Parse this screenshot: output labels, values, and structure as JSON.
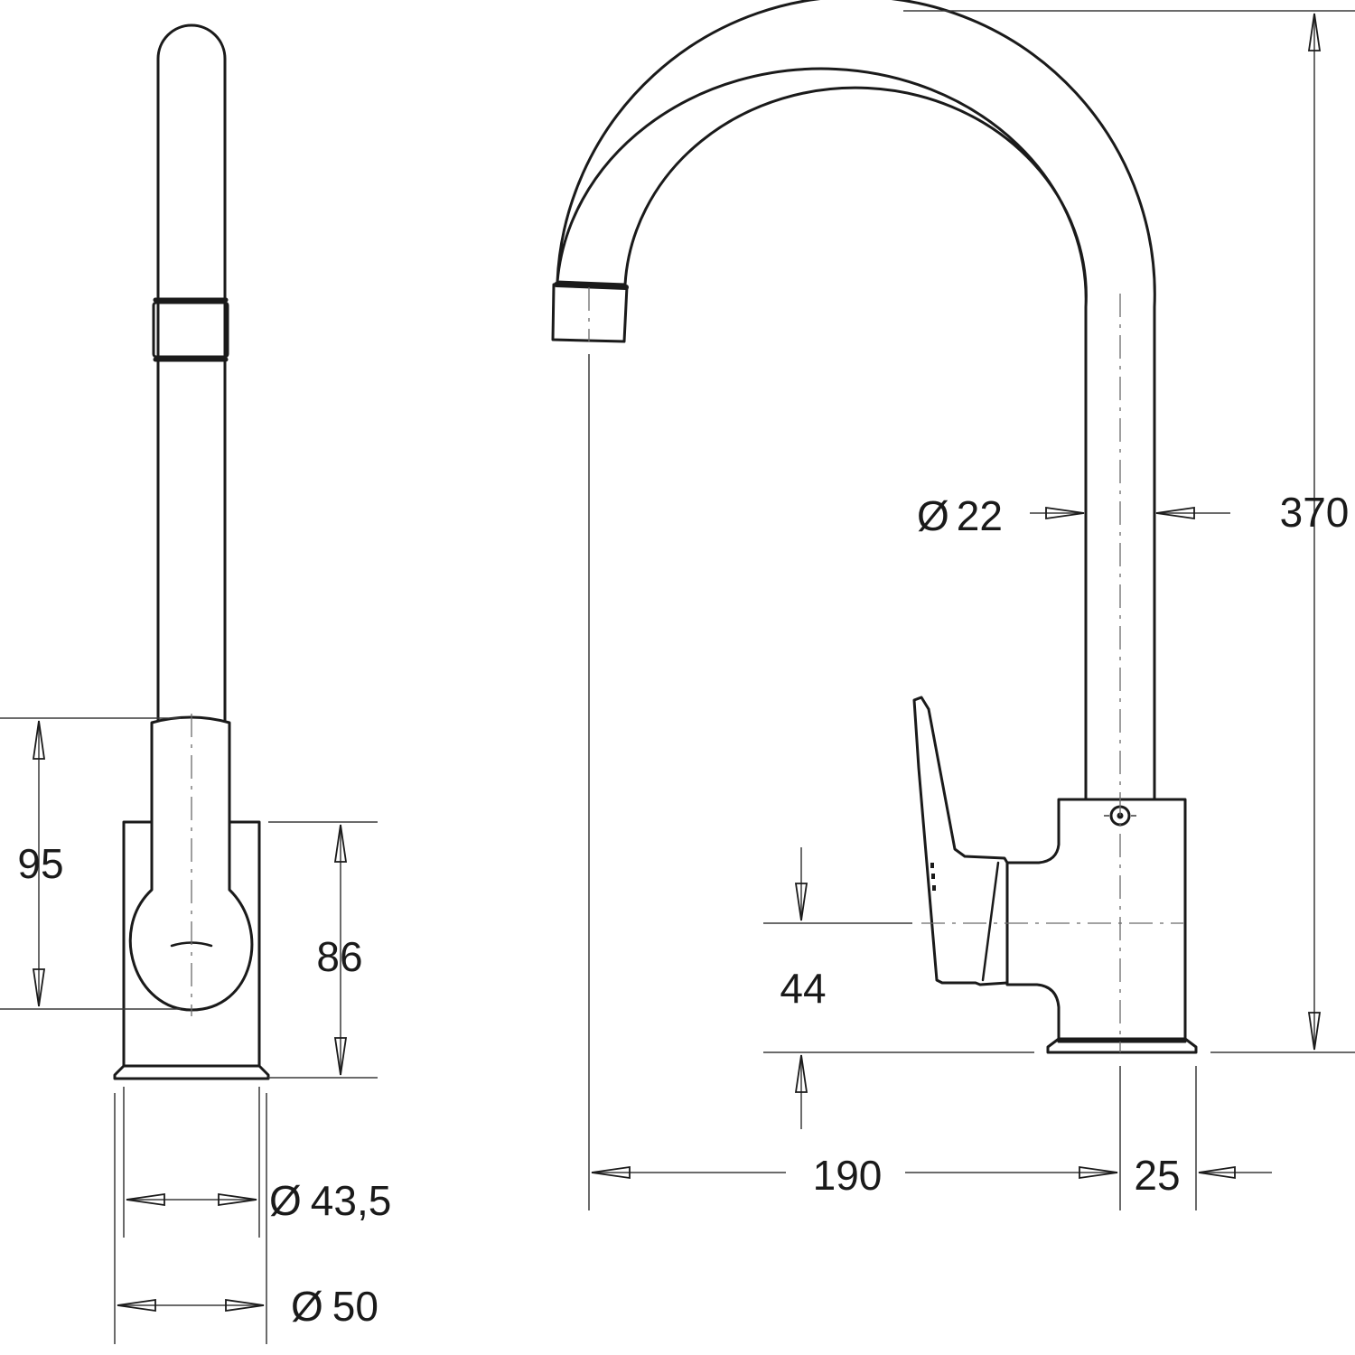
{
  "dimensions": {
    "total_height": "370",
    "pipe_diameter": "22",
    "body_height": "95",
    "base_height": "86",
    "lever_clearance": "44",
    "spout_reach": "190",
    "base_offset": "25",
    "inner_base_diameter": "43,5",
    "base_diameter": "50"
  },
  "symbols": {
    "diameter": "Ø"
  }
}
